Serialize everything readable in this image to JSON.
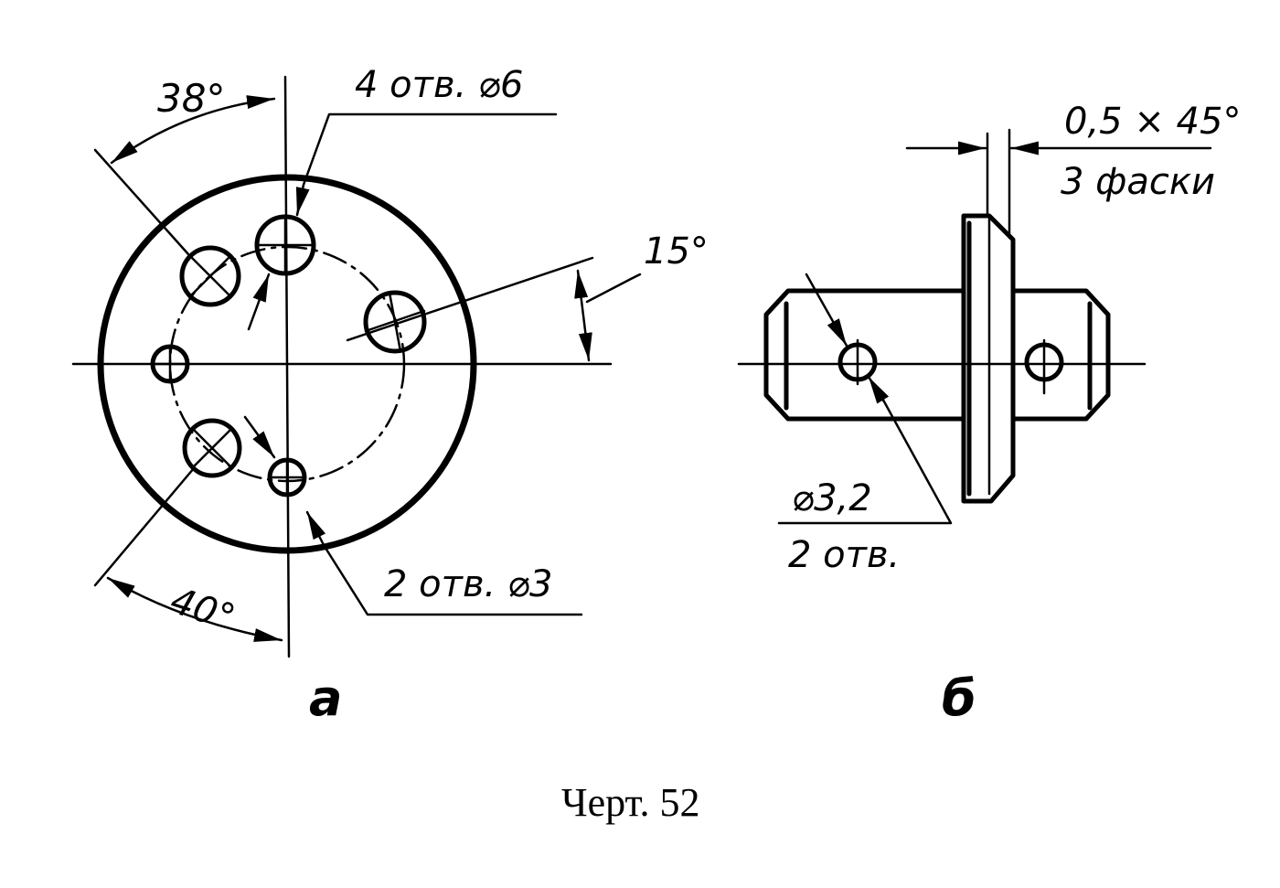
{
  "figure": {
    "caption": "Черт. 52",
    "view_a": {
      "sublabel": "а",
      "dims": {
        "angle_top": "38°",
        "angle_right": "15°",
        "angle_bottom": "40°",
        "holes_large": "4 отв. ⌀6",
        "holes_small": "2 отв. ⌀3"
      }
    },
    "view_b": {
      "sublabel": "б",
      "dims": {
        "chamfer_top": "0,5 × 45°",
        "chamfer_bottom": "3 фаски",
        "hole_top": "⌀3,2",
        "hole_bottom": "2 отв."
      }
    }
  }
}
